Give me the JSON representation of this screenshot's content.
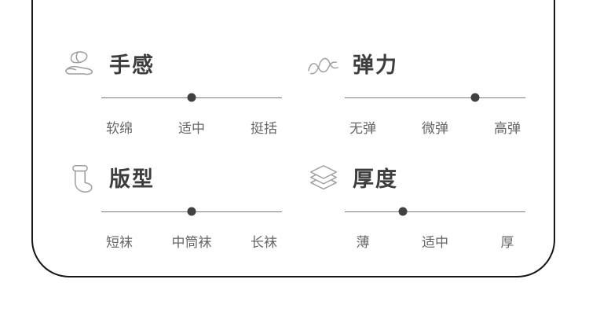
{
  "card": {
    "name": "sock-attributes-card",
    "colors": {
      "background": "#ffffff",
      "border": "#161616",
      "title": "#3d3d3d",
      "label": "#666666",
      "line": "#7d7d7d",
      "dot": "#414141",
      "icon_stroke": "#9e9e9e"
    },
    "label_positions_pct": [
      10,
      50,
      90
    ],
    "sections": [
      {
        "id": "hand-feel",
        "title": "手感",
        "icon": "hand-icon",
        "value_pct": 50,
        "labels": [
          "软绵",
          "适中",
          "挺括"
        ]
      },
      {
        "id": "elasticity",
        "title": "弹力",
        "icon": "wave-icon",
        "value_pct": 72,
        "labels": [
          "无弹",
          "微弹",
          "高弹"
        ]
      },
      {
        "id": "fit-type",
        "title": "版型",
        "icon": "sock-icon",
        "value_pct": 50,
        "labels": [
          "短袜",
          "中筒袜",
          "长袜"
        ]
      },
      {
        "id": "thickness",
        "title": "厚度",
        "icon": "layers-icon",
        "value_pct": 32,
        "labels": [
          "薄",
          "适中",
          "厚"
        ]
      }
    ]
  }
}
